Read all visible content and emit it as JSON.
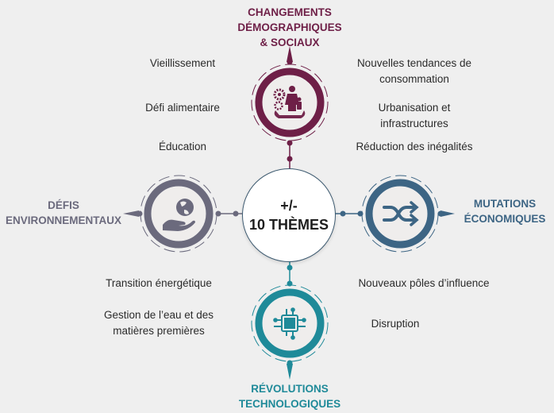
{
  "center": {
    "line1": "+/-",
    "line2": "10 THÈMES",
    "border_color": "#3d5a70"
  },
  "nodes": {
    "top": {
      "title_lines": [
        "CHANGEMENTS",
        "DÉMOGRAPHIQUES",
        "& SOCIAUX"
      ],
      "icon": "family-gears-icon",
      "color": "#6e1f47"
    },
    "left": {
      "title_lines": [
        "DÉFIS",
        "ENVIRONNEMENTAUX"
      ],
      "icon": "globe-in-hand-icon",
      "color": "#6b6a7d"
    },
    "right": {
      "title_lines": [
        "MUTATIONS",
        "ÉCONOMIQUES"
      ],
      "icon": "shuffle-arrows-icon",
      "color": "#3d6584"
    },
    "bottom": {
      "title_lines": [
        "RÉVOLUTIONS",
        "TECHNOLOGIQUES"
      ],
      "icon": "microchip-icon",
      "color": "#1f8a99"
    }
  },
  "themes": {
    "top_left": [
      "Vieillissement",
      "Défi alimentaire",
      "Éducation"
    ],
    "top_right": [
      [
        "Nouvelles tendances de",
        "consommation"
      ],
      [
        "Urbanisation et",
        "infrastructures"
      ],
      [
        "Réduction des inégalités"
      ]
    ],
    "bottom_left": [
      [
        "Transition énergétique"
      ],
      [
        "Gestion de l’eau et des",
        "matières premières"
      ]
    ],
    "bottom_right": [
      "Nouveaux pôles d’influence",
      "Disruption"
    ]
  }
}
